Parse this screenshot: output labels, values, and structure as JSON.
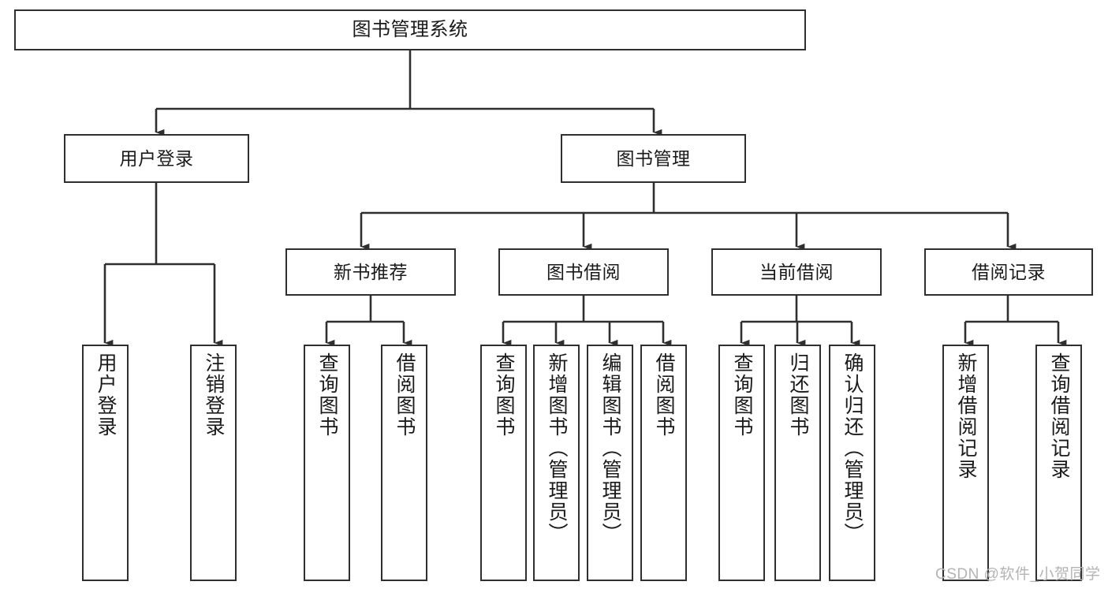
{
  "diagram": {
    "title": "图书管理系统",
    "type": "hierarchy-tree",
    "colors": {
      "box_border": "#2f2f2f",
      "box_fill": "#ffffff",
      "edge": "#2f2f2f",
      "background": "#ffffff",
      "watermark": "#b4b4b4"
    },
    "nodes": {
      "root": {
        "label": "图书管理系统"
      },
      "level2": [
        {
          "label": "用户登录"
        },
        {
          "label": "图书管理"
        }
      ],
      "level3": [
        {
          "label": "新书推荐"
        },
        {
          "label": "图书借阅"
        },
        {
          "label": "当前借阅"
        },
        {
          "label": "借阅记录"
        }
      ],
      "leaves": {
        "user_login": [
          {
            "label": "用户登录"
          },
          {
            "label": "注销登录"
          }
        ],
        "new_book_recommend": [
          {
            "label": "查询图书"
          },
          {
            "label": "借阅图书"
          }
        ],
        "book_borrow": [
          {
            "label": "查询图书"
          },
          {
            "label": "新增图书（管理员）"
          },
          {
            "label": "编辑图书（管理员）"
          },
          {
            "label": "借阅图书"
          }
        ],
        "current_borrow": [
          {
            "label": "查询图书"
          },
          {
            "label": "归还图书"
          },
          {
            "label": "确认归还（管理员）"
          }
        ],
        "borrow_record": [
          {
            "label": "新增借阅记录"
          },
          {
            "label": "查询借阅记录"
          }
        ]
      }
    },
    "watermark": "CSDN @软件_小贺同学"
  }
}
